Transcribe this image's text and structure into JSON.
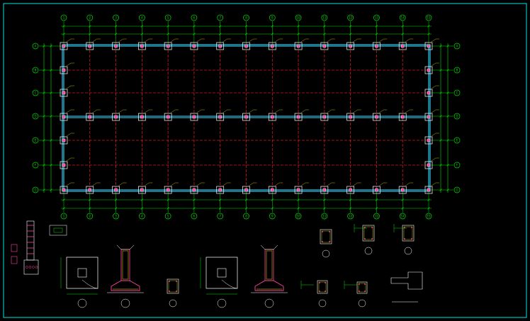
{
  "app": {
    "title": ""
  },
  "drawing": {
    "plan_title": "",
    "plan_scale": "",
    "notes_header": "",
    "notes_lines": []
  },
  "grid": {
    "col_labels": [
      "1",
      "2",
      "3",
      "4",
      "5",
      "6",
      "7",
      "8",
      "9",
      "10",
      "11",
      "12",
      "13",
      "14",
      "15"
    ],
    "row_labels": [
      "A",
      "B",
      "C",
      "D",
      "E",
      "F",
      "G"
    ]
  },
  "colors": {
    "background": "#000000",
    "border": "#00e5e5",
    "axis_line": "#00e000",
    "grid_dash": "#d01c1c",
    "wall": "#38d8ff",
    "column": "#ffffff",
    "section_fill": "#ff40a0",
    "text": "#e8e000",
    "detail_line": "#ffffff"
  }
}
